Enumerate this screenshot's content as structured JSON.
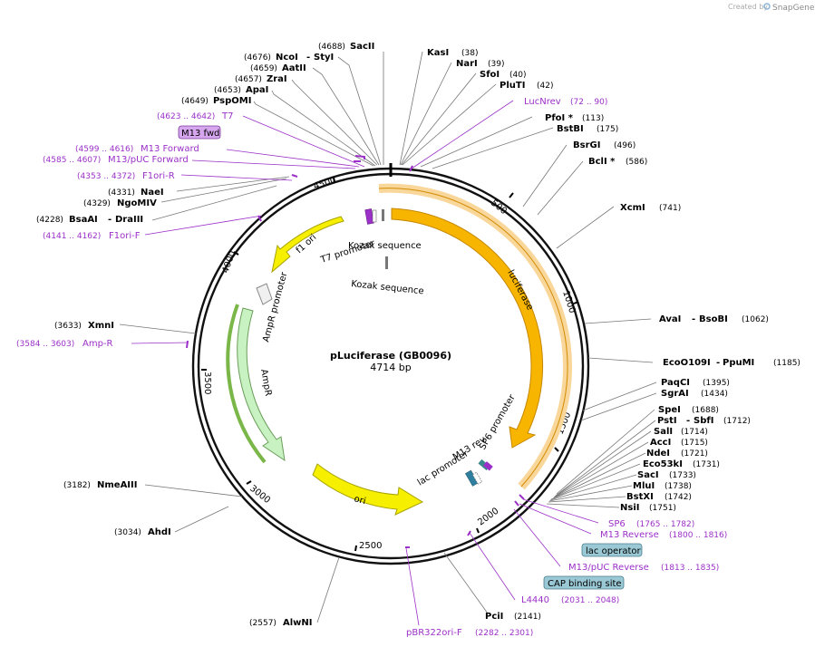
{
  "credit": {
    "prefix": "Created by",
    "brand": "SnapGene"
  },
  "plasmid": {
    "name": "pLuciferase (GB0096)",
    "length": "4714 bp"
  },
  "ticks": [
    "500",
    "1000",
    "1500",
    "2000",
    "2500",
    "3000",
    "3500",
    "4000",
    "4500"
  ],
  "features": {
    "luciferase": "luciferase",
    "f1ori": "f1 ori",
    "ampr_promoter": "AmpR promoter",
    "ampr": "AmpR",
    "ori": "ori",
    "t7_promoter": "T7 promoter",
    "kozak1": "Kozak sequence",
    "kozak2": "Kozak sequence",
    "sp6_promoter": "SP6 promoter",
    "m13_rev": "M13 rev",
    "lac_promoter": "lac promoter"
  },
  "sites": [
    {
      "name": "SacII",
      "pos": "(4688)"
    },
    {
      "name": "NcoI",
      "name2": "StyI",
      "pos": "(4676)"
    },
    {
      "name": "AatII",
      "pos": "(4659)"
    },
    {
      "name": "ZraI",
      "pos": "(4657)"
    },
    {
      "name": "ApaI",
      "pos": "(4653)"
    },
    {
      "name": "PspOMI",
      "pos": "(4649)"
    },
    {
      "name": "NaeI",
      "pos": "(4331)"
    },
    {
      "name": "NgoMIV",
      "pos": "(4329)"
    },
    {
      "name": "BsaAI",
      "name2": "DraIII",
      "pos": "(4228)"
    },
    {
      "name": "XmnI",
      "pos": "(3633)"
    },
    {
      "name": "NmeAIII",
      "pos": "(3182)"
    },
    {
      "name": "AhdI",
      "pos": "(3034)"
    },
    {
      "name": "AlwNI",
      "pos": "(2557)"
    },
    {
      "name": "KasI",
      "pos": "(38)"
    },
    {
      "name": "NarI",
      "pos": "(39)"
    },
    {
      "name": "SfoI",
      "pos": "(40)"
    },
    {
      "name": "PluTI",
      "pos": "(42)"
    },
    {
      "name": "PfoI *",
      "pos": "(113)"
    },
    {
      "name": "BstBI",
      "pos": "(175)"
    },
    {
      "name": "BsrGI",
      "pos": "(496)"
    },
    {
      "name": "BclI *",
      "pos": "(586)"
    },
    {
      "name": "XcmI",
      "pos": "(741)"
    },
    {
      "name": "AvaI",
      "name2": "BsoBI",
      "pos": "(1062)"
    },
    {
      "name": "EcoO109I",
      "name2": "PpuMI",
      "pos": "(1185)"
    },
    {
      "name": "PaqCI",
      "pos": "(1395)"
    },
    {
      "name": "SgrAI",
      "pos": "(1434)"
    },
    {
      "name": "SpeI",
      "pos": "(1688)"
    },
    {
      "name": "PstI",
      "name2": "SbfI",
      "pos": "(1712)"
    },
    {
      "name": "SalI",
      "pos": "(1714)"
    },
    {
      "name": "AccI",
      "pos": "(1715)"
    },
    {
      "name": "NdeI",
      "pos": "(1721)"
    },
    {
      "name": "Eco53kI",
      "pos": "(1731)"
    },
    {
      "name": "SacI",
      "pos": "(1733)"
    },
    {
      "name": "MluI",
      "pos": "(1738)"
    },
    {
      "name": "BstXI",
      "pos": "(1742)"
    },
    {
      "name": "NsiI",
      "pos": "(1751)"
    },
    {
      "name": "PciI",
      "pos": "(2141)"
    }
  ],
  "primers": [
    {
      "name": "T7",
      "range": "(4623 .. 4642)"
    },
    {
      "name": "M13 Forward",
      "range": "(4599 .. 4616)"
    },
    {
      "name": "M13/pUC Forward",
      "range": "(4585 .. 4607)"
    },
    {
      "name": "F1ori-R",
      "range": "(4353 .. 4372)"
    },
    {
      "name": "F1ori-F",
      "range": "(4141 .. 4162)"
    },
    {
      "name": "Amp-R",
      "range": "(3584 .. 3603)"
    },
    {
      "name": "LucNrev",
      "range": "(72 .. 90)"
    },
    {
      "name": "SP6",
      "range": "(1765 .. 1782)"
    },
    {
      "name": "M13 Reverse",
      "range": "(1800 .. 1816)"
    },
    {
      "name": "M13/pUC Reverse",
      "range": "(1813 .. 1835)"
    },
    {
      "name": "L4440",
      "range": "(2031 .. 2048)"
    },
    {
      "name": "pBR322ori-F",
      "range": "(2282 .. 2301)"
    }
  ],
  "boxed": {
    "m13_fwd": "M13 fwd",
    "lac_operator": "lac operator",
    "cap_site": "CAP binding site"
  },
  "colors": {
    "backbone": "#111111",
    "luciferase": "#f7b500",
    "luciferase_glow": "#f9d79a",
    "f1ori": "#f6f000",
    "ori": "#f6f000",
    "ampr": "#c9f2c3",
    "ampr_glow": "#7ab648",
    "primer": "#9b30c8",
    "boxed_purple": "#d6a6ef",
    "boxed_blue": "#9ac8d4"
  }
}
